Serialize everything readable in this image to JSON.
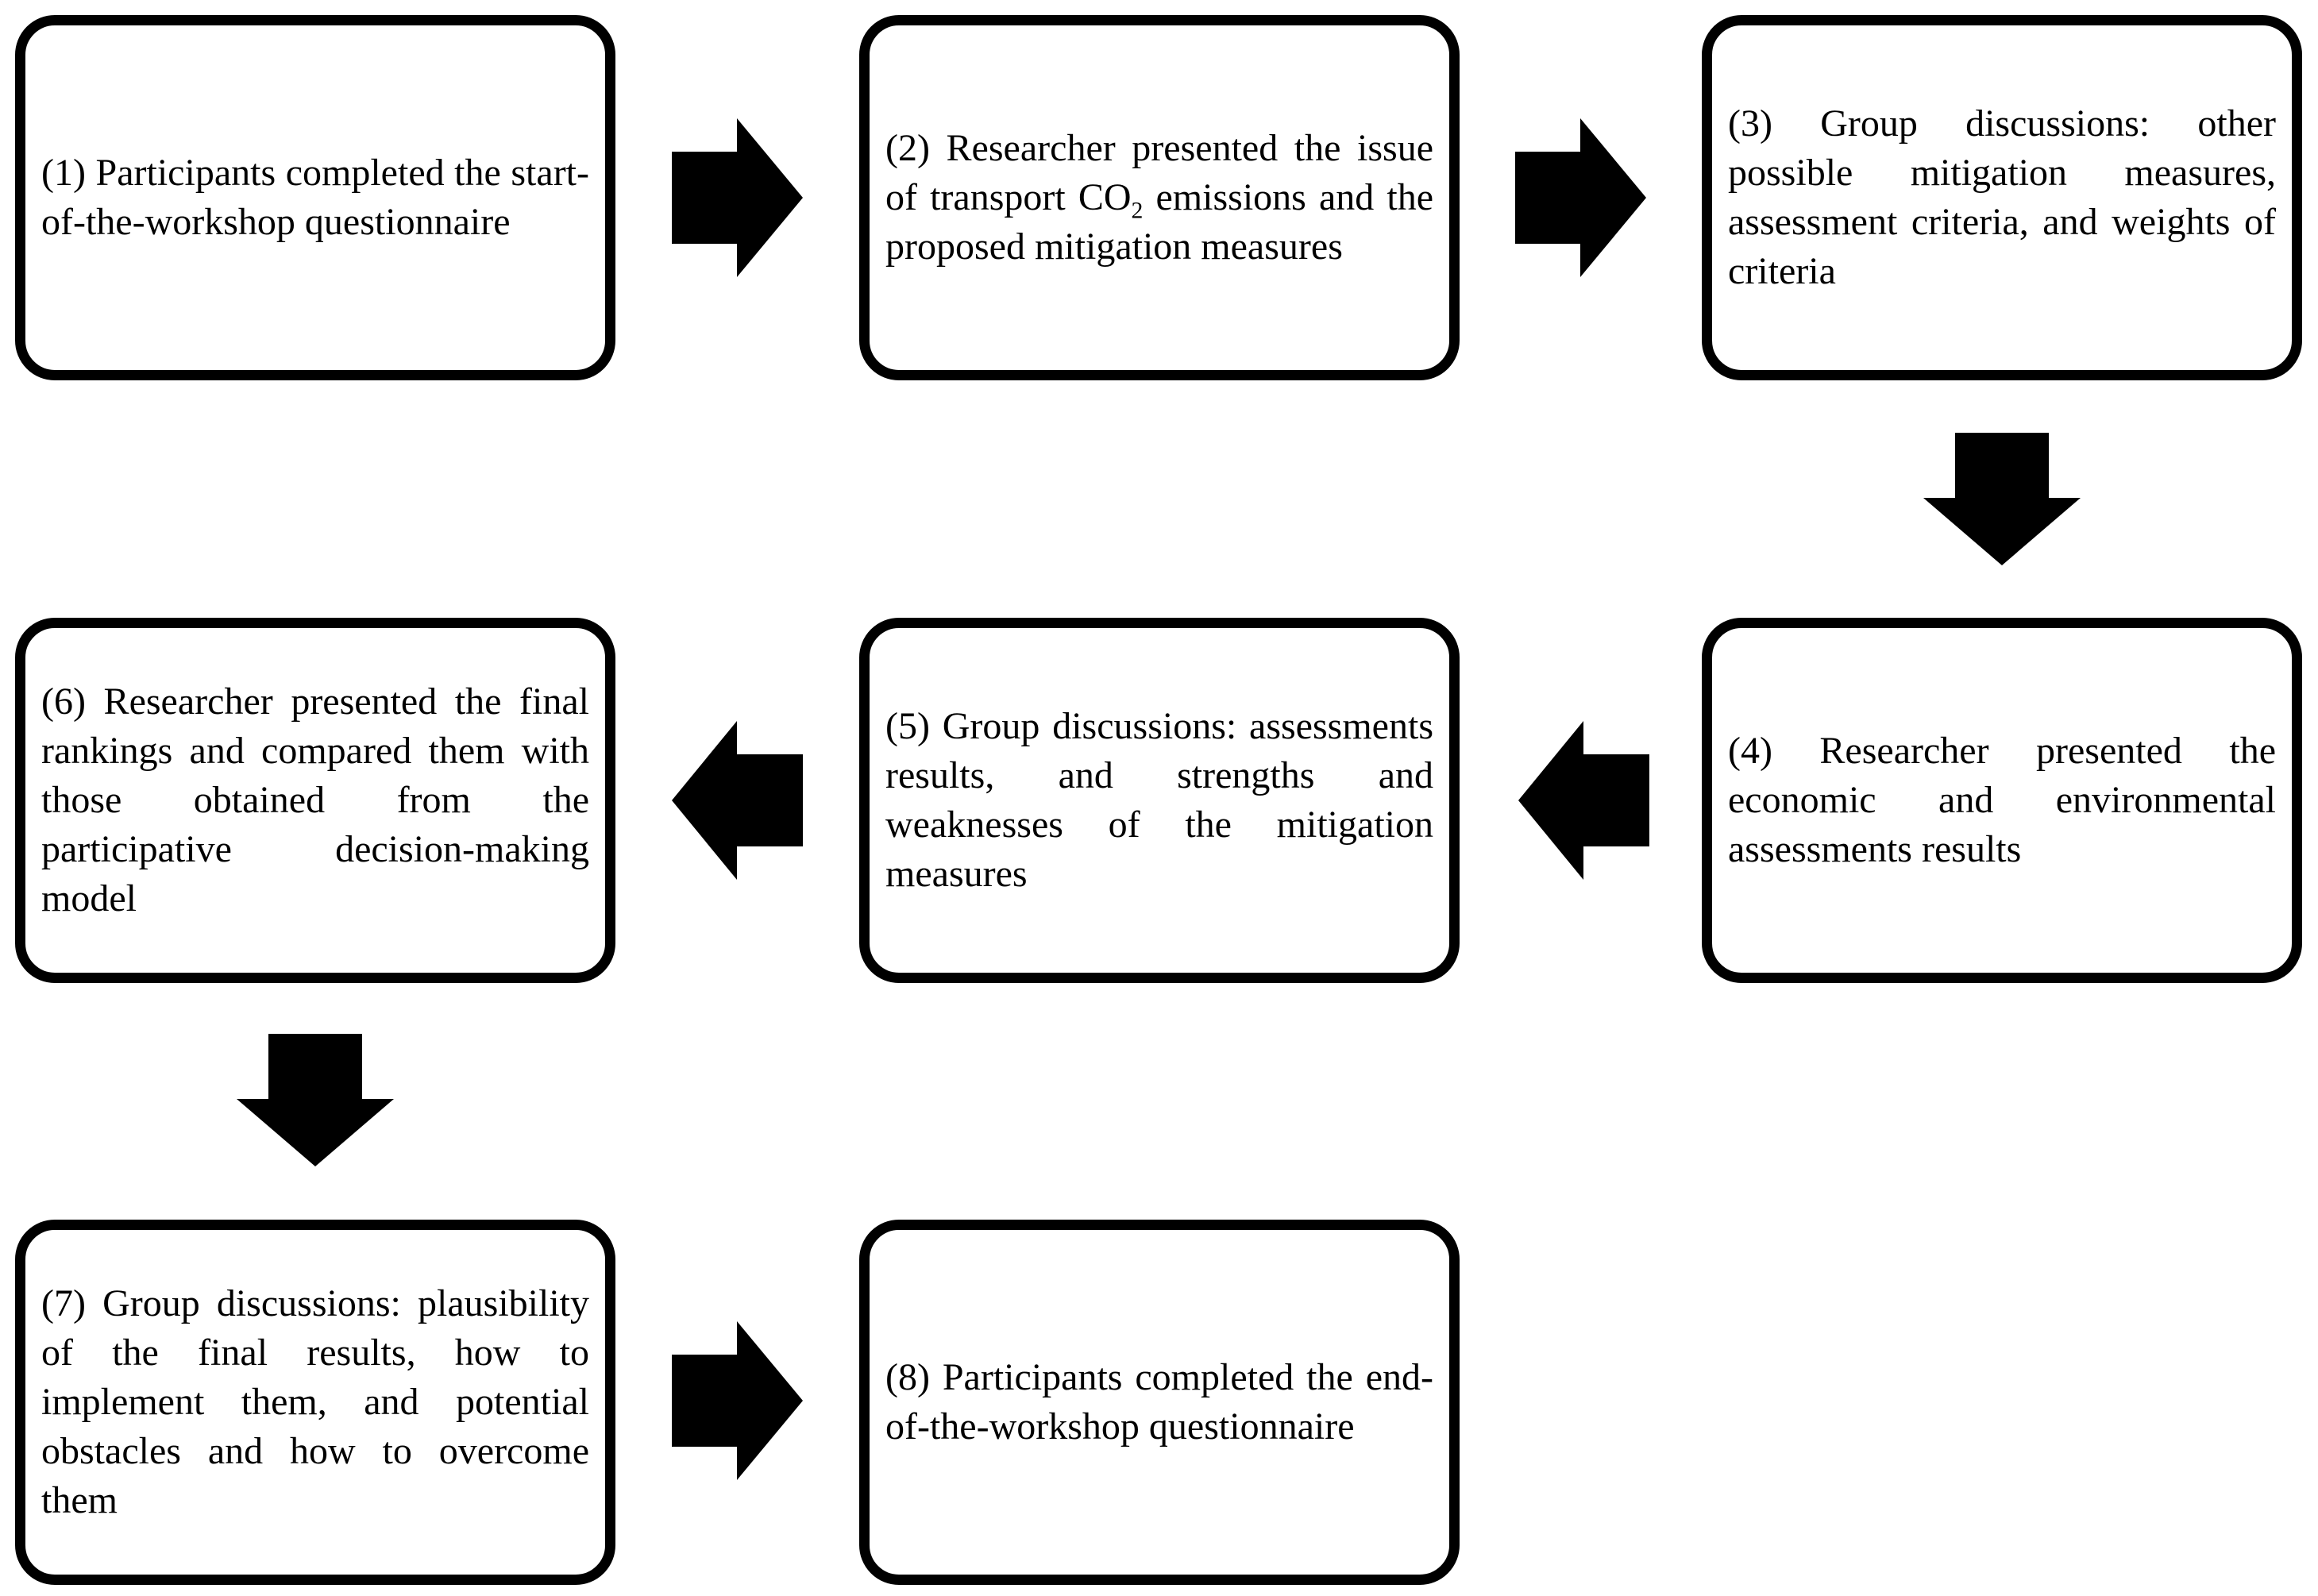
{
  "figure": {
    "type": "flowchart",
    "background_color": "#ffffff",
    "box_border_color": "#000000",
    "text_color": "#000000",
    "arrow_color": "#000000",
    "boxes": [
      {
        "step": 1,
        "text": "(1) Participants completed the start-of-the-workshop questionnaire"
      },
      {
        "step": 2,
        "text_parts": [
          "(2) Researcher presented the issue of transport CO",
          "2",
          " emissions and the proposed mitigation measures"
        ]
      },
      {
        "step": 3,
        "text": "(3) Group discussions: other possible mitigation measures, assessment criteria, and weights of criteria"
      },
      {
        "step": 4,
        "text": "(4) Researcher presented the economic and environmental assessments results"
      },
      {
        "step": 5,
        "text": "(5) Group discussions: assessments results, and strengths and weaknesses of the mitigation measures"
      },
      {
        "step": 6,
        "text": "(6) Researcher presented the final rankings and compared them with those obtained from the participative decision-making model"
      },
      {
        "step": 7,
        "text": "(7) Group discussions: plausibility of the final results, how to implement them, and potential obstacles and how to overcome them"
      },
      {
        "step": 8,
        "text": "(8) Participants completed the end-of-the-workshop questionnaire"
      }
    ],
    "arrows": [
      {
        "from": 1,
        "to": 2,
        "direction": "right"
      },
      {
        "from": 2,
        "to": 3,
        "direction": "right"
      },
      {
        "from": 3,
        "to": 4,
        "direction": "down"
      },
      {
        "from": 4,
        "to": 5,
        "direction": "left"
      },
      {
        "from": 5,
        "to": 6,
        "direction": "left"
      },
      {
        "from": 6,
        "to": 7,
        "direction": "down"
      },
      {
        "from": 7,
        "to": 8,
        "direction": "right"
      }
    ]
  }
}
